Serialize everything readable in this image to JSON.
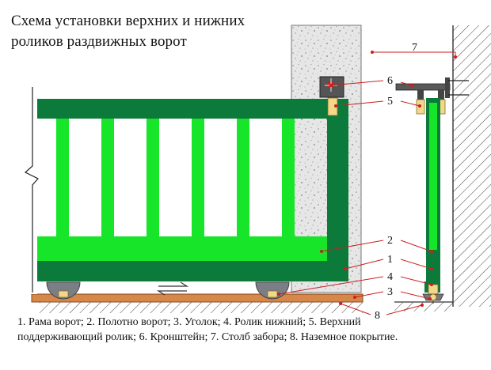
{
  "title": {
    "line1": "Схема установки верхних и нижних",
    "line2": "роликов раздвижных ворот"
  },
  "callouts": [
    "1",
    "2",
    "3",
    "4",
    "5",
    "6",
    "7",
    "8"
  ],
  "legend": {
    "line1": "1. Рама ворот; 2. Полотно ворот; 3. Уголок; 4. Ролик нижний; 5. Верхний",
    "line2": "поддерживающий ролик; 6. Кронштейн; 7. Столб забора; 8. Наземное покрытие."
  },
  "colors": {
    "frame_dark_green": "#0b7a3a",
    "panel_light_green": "#16e52a",
    "concrete": "#e4e4e4",
    "ground_strip": "#d5884a",
    "leader_red": "#cc1f1f",
    "roller_tan": "#f2d98a",
    "wheel_grey": "#7a7f86"
  }
}
